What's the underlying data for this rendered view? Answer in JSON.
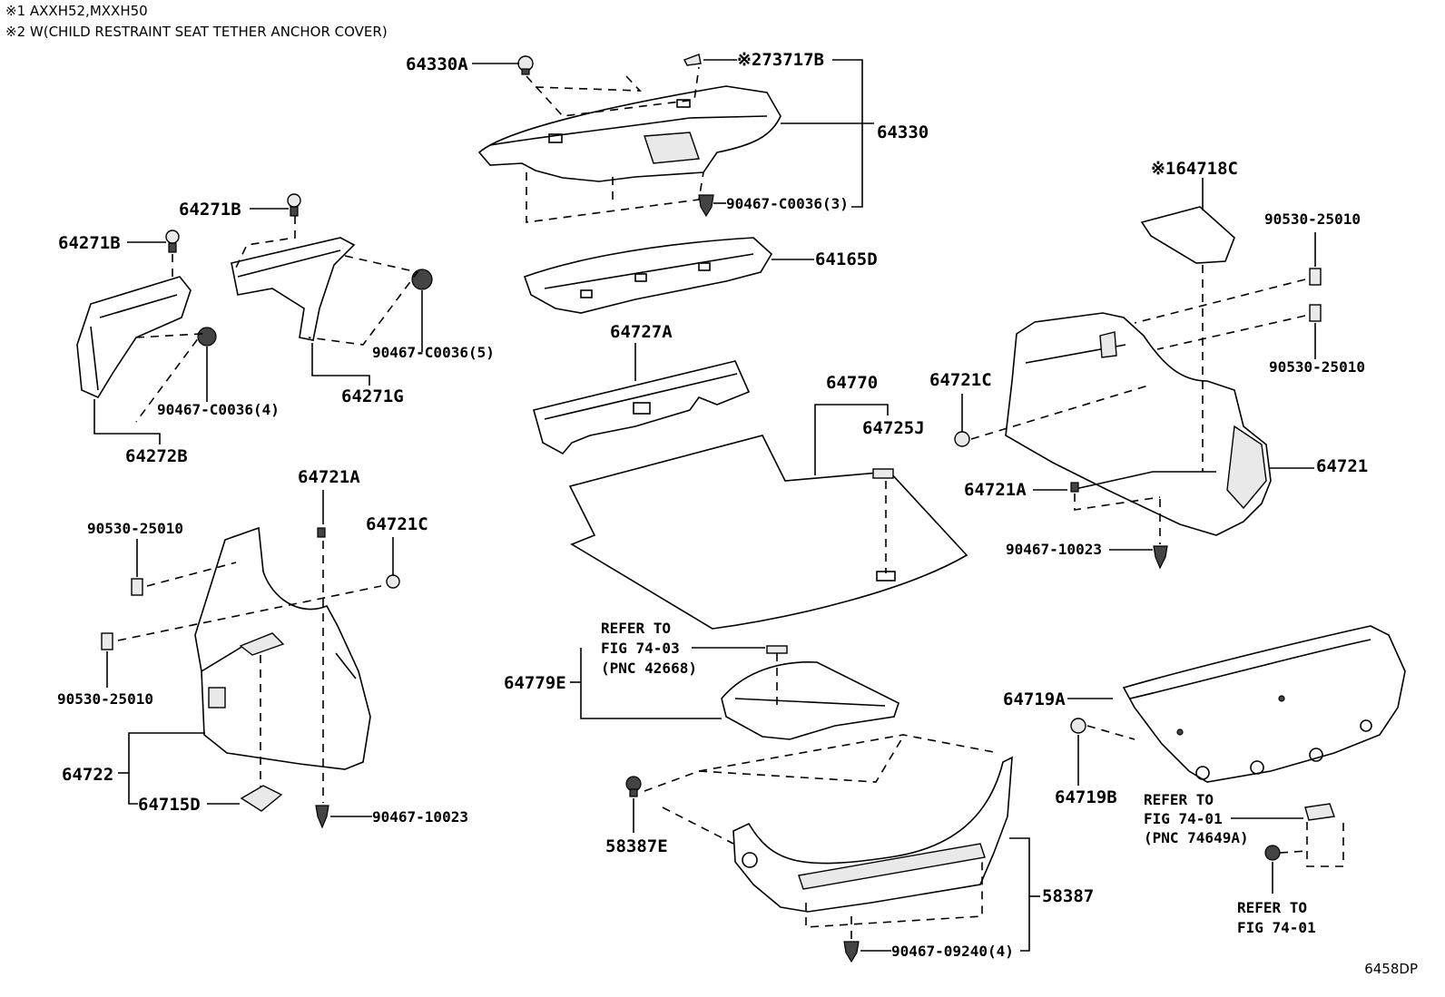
{
  "notes": [
    "※1 AXXH52,MXXH50",
    "※2 W(CHILD RESTRAINT SEAT TETHER ANCHOR COVER)"
  ],
  "diagram_code": "6458DP",
  "labels": {
    "p64330A": "64330A",
    "p73717B": "※273717B",
    "p64330": "64330",
    "p90467_c0036_3": "90467-C0036(3)",
    "p64165D": "64165D",
    "p64271B_a": "64271B",
    "p64271B_b": "64271B",
    "p90467_c0036_5": "90467-C0036(5)",
    "p64271G": "64271G",
    "p90467_c0036_4": "90467-C0036(4)",
    "p64272B": "64272B",
    "p64727A": "64727A",
    "p64770": "64770",
    "p64725J": "64725J",
    "p64718C": "※164718C",
    "p90530_a": "90530-25010",
    "p90530_b": "90530-25010",
    "p64721C_r": "64721C",
    "p64721": "64721",
    "p64721A_r": "64721A",
    "p90467_10023_r": "90467-10023",
    "p90530_c": "90530-25010",
    "p64721A_l": "64721A",
    "p64721C_l": "64721C",
    "p90530_d": "90530-25010",
    "p64722": "64722",
    "p64715D": "64715D",
    "p90467_10023_l": "90467-10023",
    "refer1_l1": "REFER TO",
    "refer1_l2": "FIG 74-03",
    "refer1_l3": "(PNC 42668)",
    "p64779E": "64779E",
    "p58387E": "58387E",
    "p58387": "58387",
    "p90467_09240": "90467-09240(4)",
    "p64719A": "64719A",
    "p64719B": "64719B",
    "refer2_l1": "REFER TO",
    "refer2_l2": "FIG 74-01",
    "refer2_l3": "(PNC 74649A)",
    "refer3_l1": "REFER TO",
    "refer3_l2": "FIG 74-01"
  }
}
